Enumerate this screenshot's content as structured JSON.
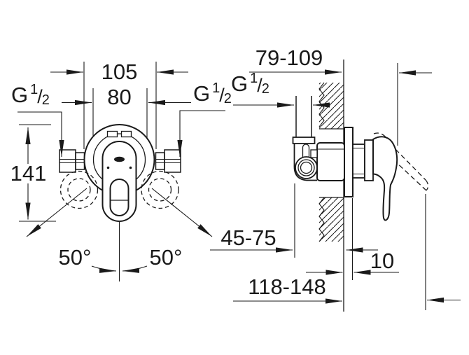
{
  "front_view": {
    "dim_width_outer": "105",
    "dim_width_inner": "80",
    "dim_height": "141",
    "dim_angle_left": "50°",
    "dim_angle_right": "50°",
    "thread_left": {
      "base": "G",
      "sup": "1",
      "slash": "/",
      "sub": "2"
    },
    "thread_right": {
      "base": "G",
      "sup": "1",
      "slash": "/",
      "sub": "2"
    }
  },
  "side_view": {
    "thread": {
      "base": "G",
      "sup": "1",
      "slash": "/",
      "sub": "2"
    },
    "dim_wall_to_lever": "79-109",
    "dim_wall_to_connection": "45-75",
    "dim_plate_min": "10",
    "dim_wall_to_lever_raised": "118-148"
  },
  "colors": {
    "line": "#1a1a1a",
    "background": "#ffffff"
  }
}
